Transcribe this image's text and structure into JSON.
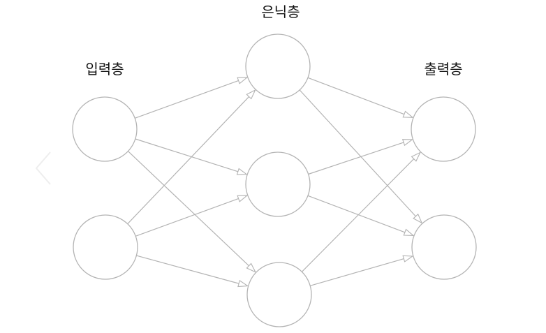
{
  "layers": {
    "input": {
      "label": "입력층",
      "node_count": 2
    },
    "hidden": {
      "label": "은닉층",
      "node_count": 3
    },
    "output": {
      "label": "출력층",
      "node_count": 2
    }
  },
  "connections": "fully-connected",
  "colors": {
    "node_stroke": "#b3b3b3",
    "edge": "#b3b3b3",
    "label_text": "#111111",
    "background": "#ffffff"
  },
  "icons": {
    "prev_nav": "chevron-left-icon"
  }
}
